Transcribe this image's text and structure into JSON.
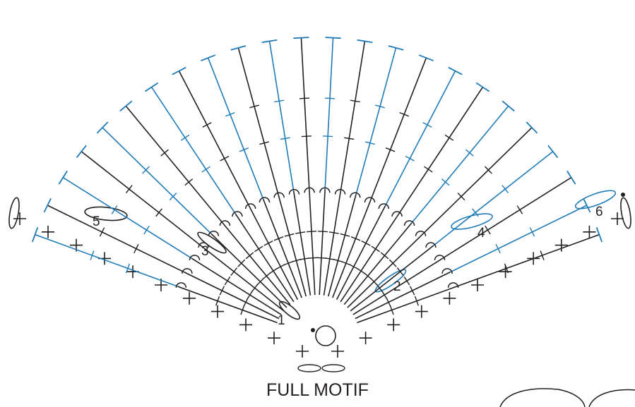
{
  "caption": "FULL MOTIF",
  "row_numbers": [
    "1",
    "2",
    "3",
    "4",
    "5",
    "6"
  ],
  "colors": {
    "ink": "#231f20",
    "accent": "#1f7bb8"
  },
  "symbols": {
    "base": "single-crochet-cross",
    "ring": "chain-loop",
    "stitches": "treble-crochet",
    "top_edge": "dashed-stitch-border"
  }
}
